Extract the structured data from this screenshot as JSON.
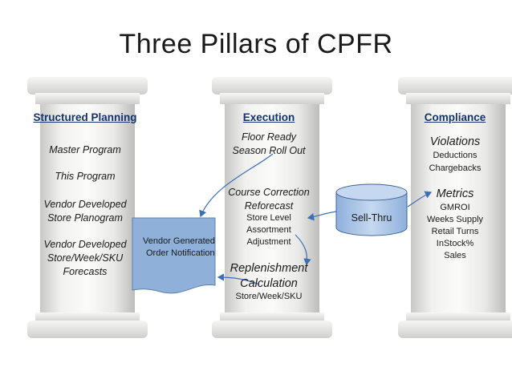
{
  "title": "Three Pillars of CPFR",
  "pillars": [
    {
      "heading": "Structured Planning",
      "items": [
        "Master Program",
        "This Program",
        "Vendor Developed",
        "Store Planogram",
        "Vendor Developed",
        "Store/Week/SKU",
        "Forecasts"
      ]
    },
    {
      "heading": "Execution",
      "items": [
        "Floor  Ready",
        "Season Roll Out",
        "Course Correction",
        "Reforecast",
        "Store Level",
        "Assortment",
        "Adjustment",
        "Replenishment",
        "Calculation",
        "Store/Week/SKU"
      ]
    },
    {
      "heading": "Compliance",
      "items": [
        "Violations",
        "Deductions",
        "Chargebacks",
        "Metrics",
        "GMROI",
        "Weeks Supply",
        "Retail Turns",
        "InStock%",
        "Sales"
      ]
    }
  ],
  "document_shape": {
    "line1": "Vendor Generated",
    "line2": "Order Notification",
    "fill": "#8fb0d8"
  },
  "cylinder": {
    "label": "Sell-Thru",
    "fill": "#a9c4e6"
  },
  "colors": {
    "heading": "#15336b",
    "arrow": "#3b6fb6"
  }
}
